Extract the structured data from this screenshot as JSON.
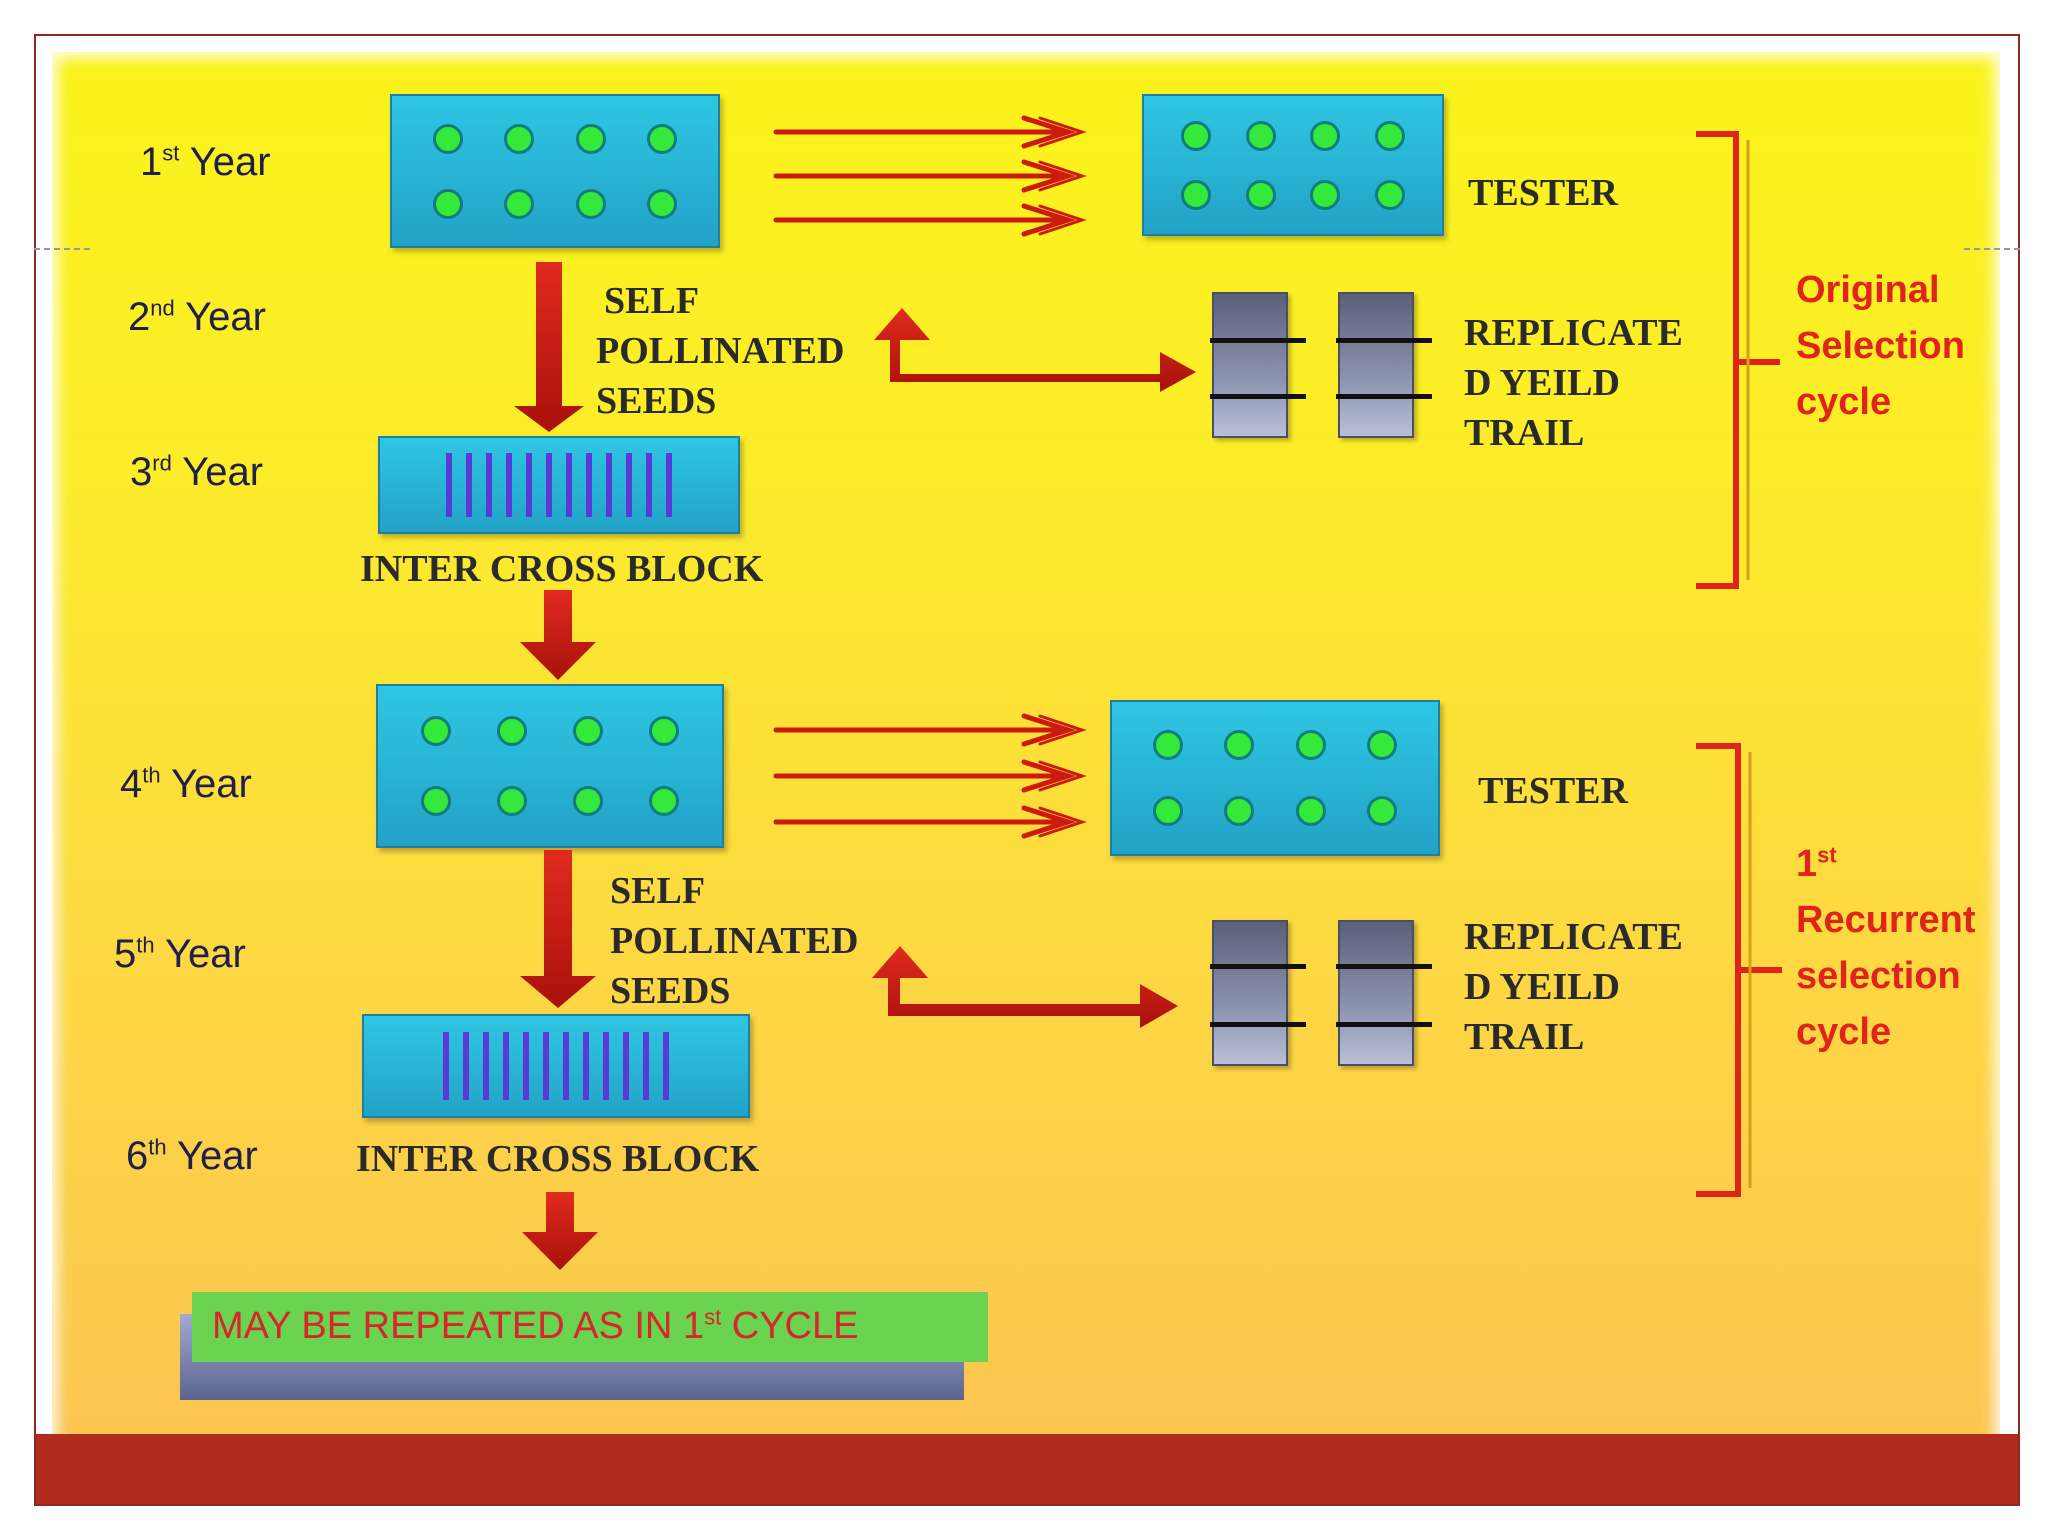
{
  "years": [
    {
      "num": "1",
      "suffix": "st",
      "label": "Year"
    },
    {
      "num": "2",
      "suffix": "nd",
      "label": "Year"
    },
    {
      "num": "3",
      "suffix": "rd",
      "label": "Year"
    },
    {
      "num": "4",
      "suffix": "th",
      "label": "Year"
    },
    {
      "num": "5",
      "suffix": "th",
      "label": "Year"
    },
    {
      "num": "6",
      "suffix": "th",
      "label": "Year"
    }
  ],
  "cycle1": {
    "tester": "TESTER",
    "self_pollinated": [
      "SELF",
      "POLLINATED",
      "SEEDS"
    ],
    "yield_trail": [
      "REPLICATE",
      "D YEILD",
      "TRAIL"
    ],
    "intercross": "INTER CROSS BLOCK",
    "cycle_label": [
      "Original",
      "Selection",
      "cycle"
    ]
  },
  "cycle2": {
    "tester": "TESTER",
    "self_pollinated": [
      "SELF",
      "POLLINATED",
      "SEEDS"
    ],
    "yield_trail": [
      "REPLICATE",
      "D YEILD",
      "TRAIL"
    ],
    "intercross": "INTER CROSS BLOCK",
    "cycle_label_num": "1",
    "cycle_label_suffix": "st",
    "cycle_label": [
      "Recurrent",
      "selection",
      "cycle"
    ]
  },
  "repeat": {
    "prefix": "MAY BE REPEATED AS IN  ",
    "num": "1",
    "suffix": "st",
    "rest": " CYCLE"
  },
  "colors": {
    "arrow_red": "#cc1a12",
    "bracket_red": "#e0231b",
    "box_blue": "#22a2c6",
    "dot_green": "#35e93a",
    "repeat_green": "#6ad34f",
    "footer_red": "#b12c1c"
  }
}
